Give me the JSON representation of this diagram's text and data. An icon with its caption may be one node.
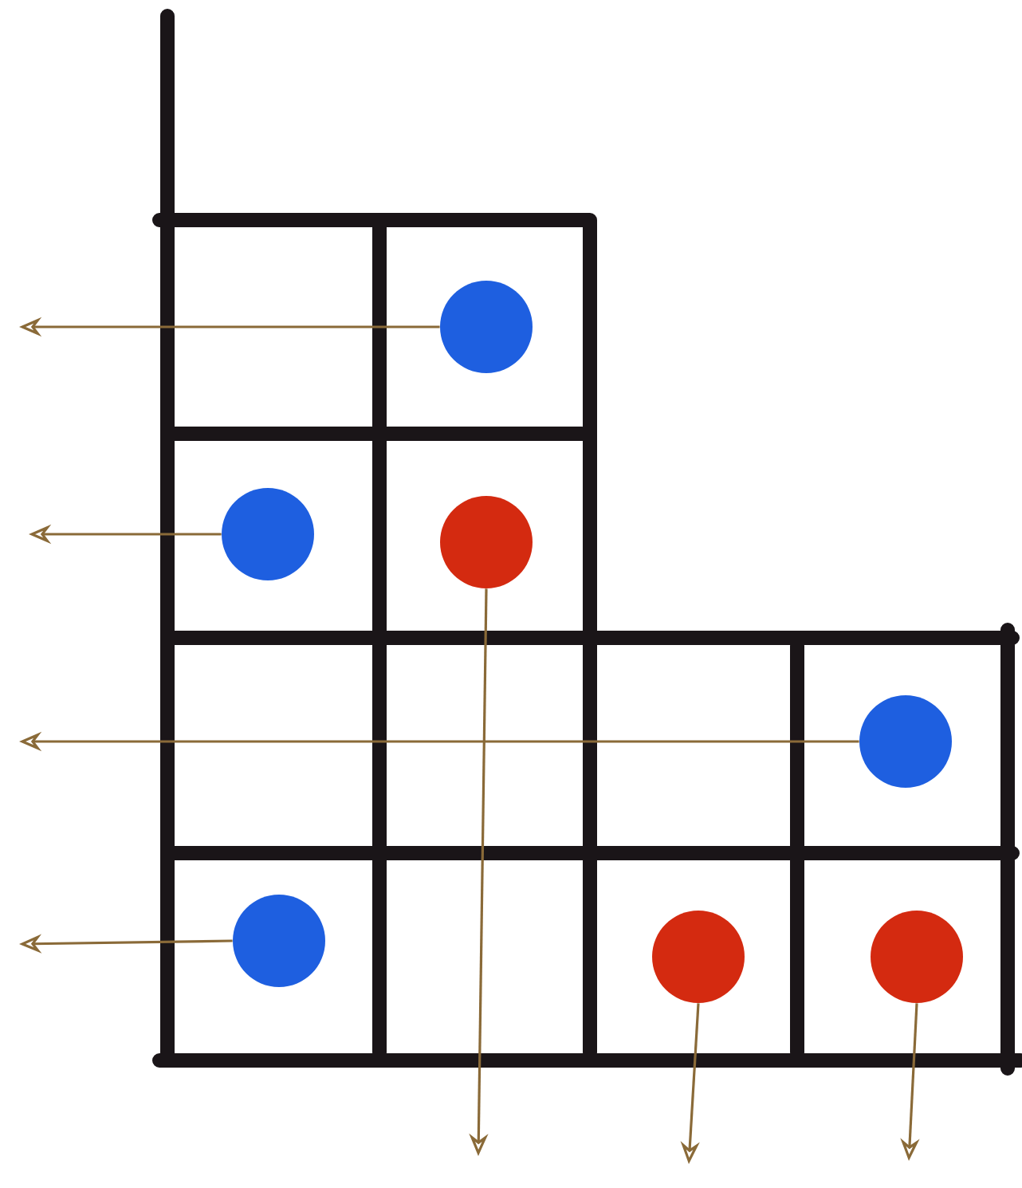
{
  "diagram": {
    "nodes": [
      {
        "text": [],
        "shape": "circle"
      },
      {
        "text": [],
        "shape": "circle"
      },
      {
        "text": [],
        "shape": "circle"
      },
      {
        "text": [],
        "shape": "circle"
      },
      {
        "text": [],
        "shape": "circle"
      },
      {
        "text": [],
        "shape": "circle"
      },
      {
        "text": [],
        "shape": "circle"
      }
    ],
    "edges": [
      {
        "from": 0,
        "to": null,
        "arrow": "to"
      },
      {
        "from": 1,
        "to": null,
        "arrow": "to"
      },
      {
        "from": 2,
        "to": null,
        "arrow": "to"
      },
      {
        "from": 3,
        "to": null,
        "arrow": "to"
      },
      {
        "from": 4,
        "to": null,
        "arrow": "to"
      },
      {
        "from": 5,
        "to": null,
        "arrow": "to"
      },
      {
        "from": 6,
        "to": null,
        "arrow": "to"
      }
    ]
  }
}
